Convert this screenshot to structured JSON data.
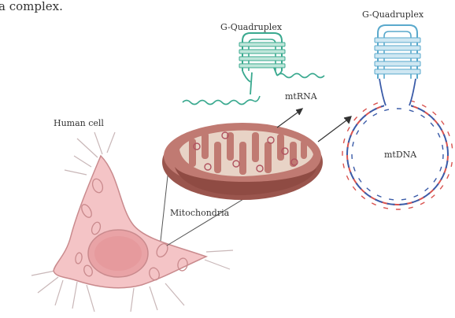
{
  "caption_fragment": "a complex.",
  "labels": {
    "human_cell": "Human cell",
    "mitochondria": "Mitochondria",
    "gq_left": "G-Quadruplex",
    "gq_right": "G-Quadruplex",
    "mtrna": "mtRNA",
    "mtdna": "mtDNA"
  },
  "colors": {
    "cell_fill": "#f4c4c6",
    "cell_stroke": "#c98a8d",
    "nucleus_fill": "#e9a3a6",
    "mito_outer": "#a25c53",
    "mito_top": "#c07a72",
    "mito_inner": "#e8d3c6",
    "rna_green": "#3aa98f",
    "gq_blue": "#5aa9cc",
    "dna_red": "#d9534f",
    "dna_blue": "#3a5ba8"
  },
  "icons": [
    "cell-illustration",
    "mitochondrion-illustration",
    "g-quadruplex-illustration",
    "mtdna-circle-illustration"
  ]
}
